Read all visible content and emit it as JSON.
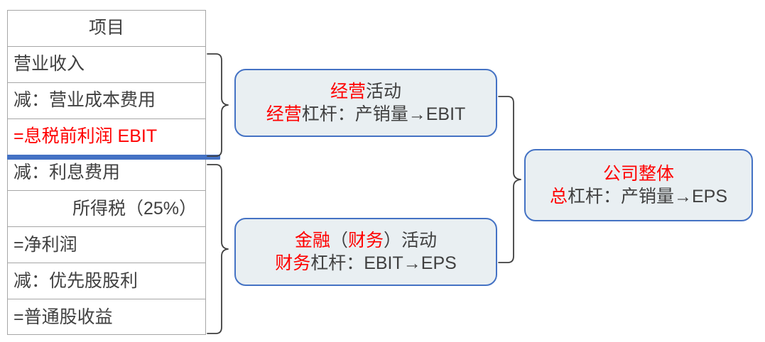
{
  "table": {
    "header": "项目",
    "rows": [
      {
        "text": "项目",
        "align": "center",
        "color": "grey",
        "name": "table-header-row"
      },
      {
        "text": "营业收入",
        "align": "left",
        "color": "grey",
        "name": "table-row-revenue"
      },
      {
        "text": "减：营业成本费用",
        "align": "left",
        "color": "grey",
        "name": "table-row-cost"
      },
      {
        "text": "=息税前利润 EBIT",
        "align": "left",
        "color": "red",
        "name": "table-row-ebit"
      },
      {
        "text": "减：利息费用",
        "align": "left",
        "color": "grey",
        "name": "table-row-interest"
      },
      {
        "text": "所得税（25%）",
        "align": "right",
        "color": "grey",
        "name": "table-row-income-tax"
      },
      {
        "text": "=净利润",
        "align": "left",
        "color": "grey",
        "name": "table-row-net-profit"
      },
      {
        "text": "减：优先股股利",
        "align": "left",
        "color": "grey",
        "name": "table-row-preferred-dividend"
      },
      {
        "text": "=普通股收益",
        "align": "left",
        "color": "grey",
        "name": "table-row-common-earnings"
      }
    ]
  },
  "boxes": {
    "operating": {
      "title_red": "经营",
      "title_rest": "活动",
      "sub_red": "经营",
      "sub_rest": "杠杆：产销量→EBIT"
    },
    "financial": {
      "title_red_1": "金融",
      "title_mid": "（",
      "title_red_2": "财务",
      "title_rest": "）活动",
      "sub_red": "财务",
      "sub_rest": "杠杆：EBIT→EPS"
    },
    "total": {
      "title_red": "公司整体",
      "sub_red": "总",
      "sub_rest": "杠杆：产销量→EPS"
    }
  },
  "colors": {
    "accent_blue": "#4472C4",
    "box_fill": "#E9EFF2",
    "highlight_red": "#FF0000",
    "text_grey": "#404040",
    "table_border": "#A6A6A6"
  }
}
